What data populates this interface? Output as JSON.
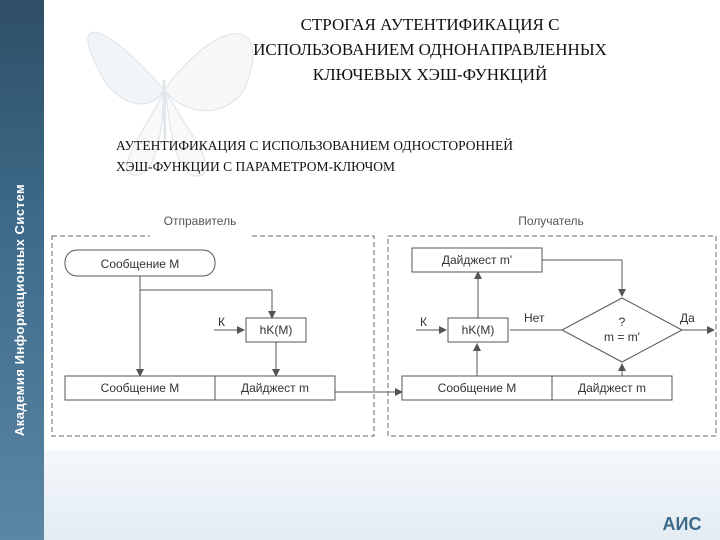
{
  "sidebar": {
    "label": "Академия Информационных Систем"
  },
  "title": {
    "line1": "СТРОГАЯ АУТЕНТИФИКАЦИЯ С",
    "line2": "ИСПОЛЬЗОВАНИЕМ ОДНОНАПРАВЛЕННЫХ",
    "line3": "КЛЮЧЕВЫХ ХЭШ-ФУНКЦИЙ"
  },
  "subtitle": {
    "line1": "АУТЕНТИФИКАЦИЯ С ИСПОЛЬЗОВАНИЕМ ОДНОСТОРОННЕЙ",
    "line2": "ХЭШ-ФУНКЦИИ С ПАРАМЕТРОМ-КЛЮЧОМ"
  },
  "diagram": {
    "sender": {
      "label": "Отправитель",
      "message_top": "Сообщение М",
      "key": "К",
      "hash_fn": "hK(M)",
      "message_bottom": "Сообщение М",
      "digest_bottom": "Дайджест m"
    },
    "receiver": {
      "label": "Получатель",
      "digest_top": "Дайджест m'",
      "key": "К",
      "hash_fn": "hK(M)",
      "no": "Нет",
      "yes": "Да",
      "compare_q": "?",
      "compare_expr": "m = m'",
      "message_bottom": "Сообщение М",
      "digest_bottom": "Дайджест m"
    }
  },
  "colors": {
    "sidebar": "#3c6a88",
    "line": "#555555",
    "frame_dash": "#666666"
  },
  "logo": {
    "text": "АИС"
  }
}
